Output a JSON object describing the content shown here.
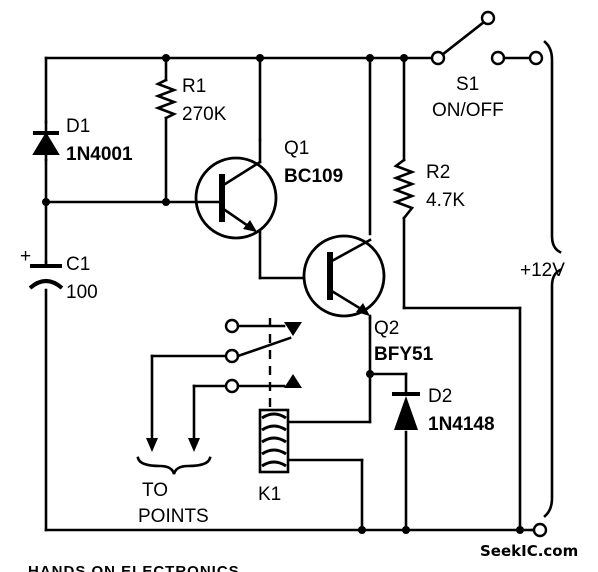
{
  "components": {
    "r1": {
      "ref": "R1",
      "value": "270K"
    },
    "d1": {
      "ref": "D1",
      "value": "1N4001"
    },
    "q1": {
      "ref": "Q1",
      "value": "BC109"
    },
    "r2": {
      "ref": "R2",
      "value": "4.7K"
    },
    "s1": {
      "ref": "S1",
      "value": "ON/OFF"
    },
    "c1": {
      "ref": "C1",
      "value": "100",
      "polarity": "+"
    },
    "q2": {
      "ref": "Q2",
      "value": "BFY51"
    },
    "d2": {
      "ref": "D2",
      "value": "1N4148"
    },
    "k1": {
      "ref": "K1"
    }
  },
  "labels": {
    "supply": "+12V",
    "points_line1": "TO",
    "points_line2": "POINTS",
    "source_partial": "HANDS ON ELECTRONICS"
  },
  "watermark": "SeekIC.com"
}
